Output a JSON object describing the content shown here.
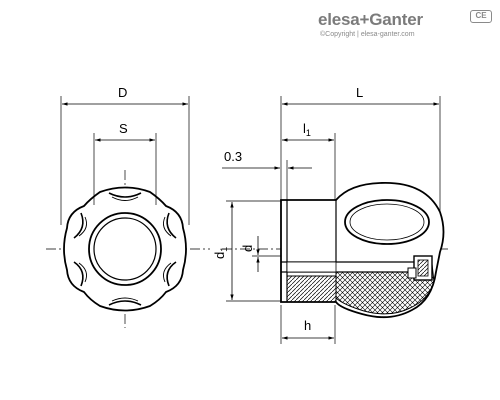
{
  "brand": {
    "name": "elesa+Ganter",
    "copyright": "©Copyright | elesa-ganter.com",
    "badge": "CE"
  },
  "front_view": {
    "dim_outer": "D",
    "dim_bore": "S"
  },
  "side_view": {
    "dim_length": "L",
    "dim_l1": "l",
    "dim_l1_sub": "1",
    "dim_offset": "0.3",
    "dim_d1": "d",
    "dim_d1_sub": "1",
    "dim_d": "d",
    "dim_h": "h"
  }
}
